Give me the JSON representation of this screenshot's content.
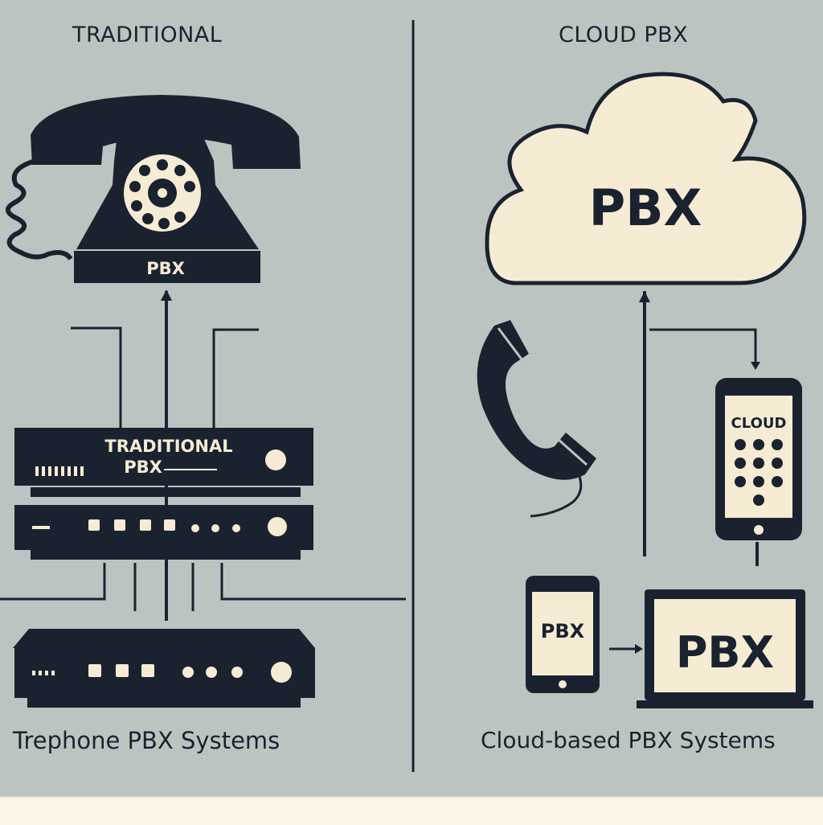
{
  "panels": {
    "left": {
      "heading": "TRADITIONAL",
      "phone_label": "PBX",
      "unit_label_line1": "TRADITIONAL",
      "unit_label_line2": "PBX",
      "caption": "Trephone PBX Systems"
    },
    "right": {
      "heading": "CLOUD PBX",
      "cloud_label": "PBX",
      "mobile_label": "CLOUD",
      "tablet_label": "PBX",
      "laptop_label": "PBX",
      "caption": "Cloud-based PBX Systems"
    }
  },
  "colors": {
    "background": "#bcc4c1",
    "ink": "#1a2230",
    "cream": "#f6ecd3",
    "bottom_strip": "#fbf5e6"
  },
  "icons": [
    "rotary-phone-icon",
    "rack-unit-icon",
    "cloud-icon",
    "phone-handset-icon",
    "mobile-phone-icon",
    "tablet-icon",
    "laptop-icon",
    "arrow-up-icon"
  ]
}
